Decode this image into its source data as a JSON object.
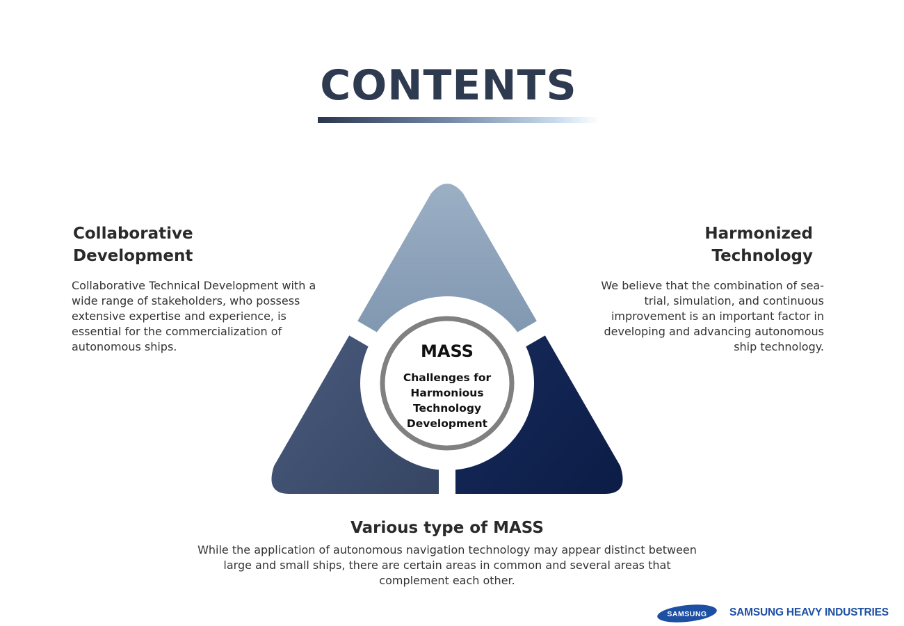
{
  "title": "CONTENTS",
  "left": {
    "heading_line1": "Collaborative",
    "heading_line2": "Development",
    "body": "Collaborative Technical Development with a wide range of stakeholders, who possess extensive expertise and experience, is essential for the commercialization of autonomous ships."
  },
  "right": {
    "heading_line1": "Harmonized",
    "heading_line2": "Technology",
    "body": "We believe that the combination of sea-trial, simulation, and continuous improvement is an important factor in developing and advancing autonomous ship technology."
  },
  "bottom": {
    "heading": "Various type of MASS",
    "body": "While the application of autonomous navigation technology may appear distinct between large and small ships, there are certain areas in common and several areas that complement each other."
  },
  "center": {
    "title": "MASS",
    "subtitle": "Challenges for Harmonious Technology Development"
  },
  "footer": {
    "logo_text": "SAMSUNG",
    "company": "SAMSUNG HEAVY INDUSTRIES"
  },
  "colors": {
    "top_segment": "#8197b0",
    "left_segment": "#3e4e6f",
    "right_segment": "#0d1f4c",
    "brand_blue": "#1d4fa3"
  }
}
